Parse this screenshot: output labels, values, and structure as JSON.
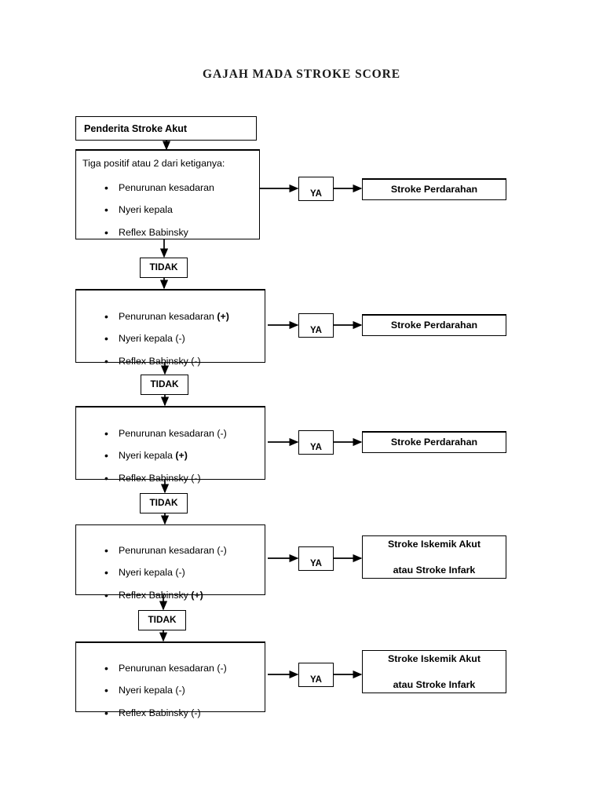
{
  "title": "GAJAH MADA STROKE SCORE",
  "labels": {
    "yes": "YA",
    "no": "TIDAK"
  },
  "start": {
    "label": "Penderita Stroke Akut"
  },
  "criteria": {
    "penurunan": "Penurunan kesadaran",
    "nyeri": "Nyeri kepala",
    "reflex": "Reflex Babinsky",
    "positive": "(+)",
    "negative": "(-)"
  },
  "outcomes": {
    "perdarahan": "Stroke Perdarahan",
    "iskemik_line1": "Stroke Iskemik Akut",
    "iskemik_line2": "atau Stroke Infark"
  },
  "steps": [
    {
      "id": "step-1",
      "header": "Tiga positif atau 2 dari ketiganya:",
      "items": [
        {
          "text": "Penurunan kesadaran",
          "mark": "",
          "mark_bold": false
        },
        {
          "text": "Nyeri kepala",
          "mark": "",
          "mark_bold": false
        },
        {
          "text": "Reflex Babinsky",
          "mark": "",
          "mark_bold": false
        }
      ],
      "yes_label": "YA",
      "no_label": "TIDAK",
      "outcome": [
        "Stroke Perdarahan"
      ]
    },
    {
      "id": "step-2",
      "header": "",
      "items": [
        {
          "text": "Penurunan kesadaran",
          "mark": "(+)",
          "mark_bold": true
        },
        {
          "text": "Nyeri kepala",
          "mark": "(-)",
          "mark_bold": false
        },
        {
          "text": "Reflex Babinsky",
          "mark": "(-)",
          "mark_bold": false
        }
      ],
      "yes_label": "YA",
      "no_label": "TIDAK",
      "outcome": [
        "Stroke Perdarahan"
      ]
    },
    {
      "id": "step-3",
      "header": "",
      "items": [
        {
          "text": "Penurunan kesadaran",
          "mark": "(-)",
          "mark_bold": false
        },
        {
          "text": "Nyeri kepala",
          "mark": "(+)",
          "mark_bold": true
        },
        {
          "text": "Reflex Babinsky",
          "mark": "(-)",
          "mark_bold": false
        }
      ],
      "yes_label": "YA",
      "no_label": "TIDAK",
      "outcome": [
        "Stroke Perdarahan"
      ]
    },
    {
      "id": "step-4",
      "header": "",
      "items": [
        {
          "text": "Penurunan kesadaran",
          "mark": "(-)",
          "mark_bold": false
        },
        {
          "text": "Nyeri kepala",
          "mark": "(-)",
          "mark_bold": false
        },
        {
          "text": "Reflex Babinsky",
          "mark": "(+)",
          "mark_bold": true
        }
      ],
      "yes_label": "YA",
      "no_label": "TIDAK",
      "outcome": [
        "Stroke Iskemik Akut",
        "atau Stroke Infark"
      ]
    },
    {
      "id": "step-5",
      "header": "",
      "items": [
        {
          "text": "Penurunan kesadaran",
          "mark": "(-)",
          "mark_bold": false
        },
        {
          "text": "Nyeri kepala",
          "mark": "(-)",
          "mark_bold": false
        },
        {
          "text": "Reflex Babinsky",
          "mark": "(-)",
          "mark_bold": false
        }
      ],
      "yes_label": "YA",
      "no_label": "",
      "outcome": [
        "Stroke Iskemik Akut",
        "atau Stroke Infark"
      ]
    }
  ],
  "colors": {
    "stroke": "#000000",
    "background": "#ffffff",
    "title": "#1a1a1a"
  }
}
